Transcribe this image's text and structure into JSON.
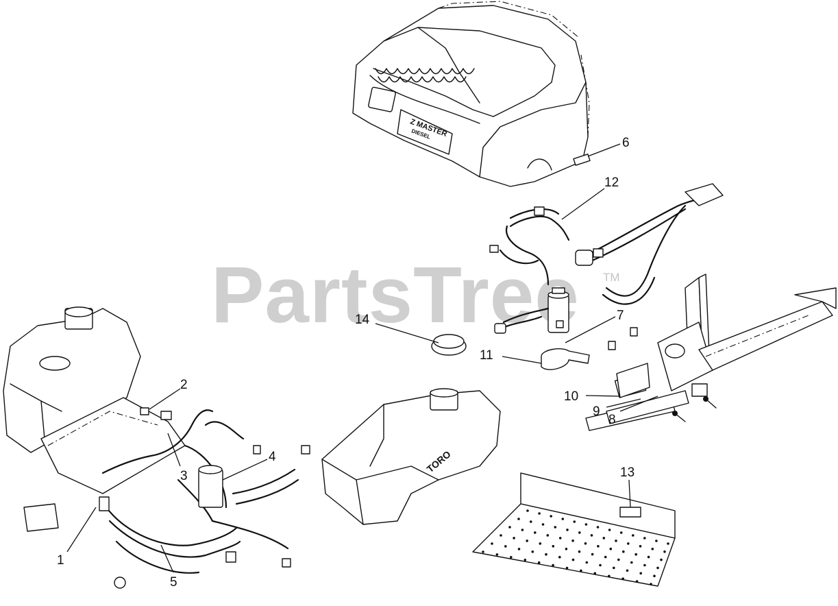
{
  "watermark": {
    "text": "PartsTree",
    "tm": "TM"
  },
  "embossed": {
    "hood_model": "Z MASTER",
    "hood_sub": "DIESEL",
    "tank_logo": "TORO"
  },
  "callouts": [
    {
      "id": "1",
      "label": "1"
    },
    {
      "id": "2",
      "label": "2"
    },
    {
      "id": "3",
      "label": "3"
    },
    {
      "id": "4",
      "label": "4"
    },
    {
      "id": "5",
      "label": "5"
    },
    {
      "id": "6",
      "label": "6"
    },
    {
      "id": "7",
      "label": "7"
    },
    {
      "id": "8",
      "label": "8"
    },
    {
      "id": "9",
      "label": "9"
    },
    {
      "id": "10",
      "label": "10"
    },
    {
      "id": "11",
      "label": "11"
    },
    {
      "id": "12",
      "label": "12"
    },
    {
      "id": "13",
      "label": "13"
    },
    {
      "id": "14",
      "label": "14"
    }
  ]
}
